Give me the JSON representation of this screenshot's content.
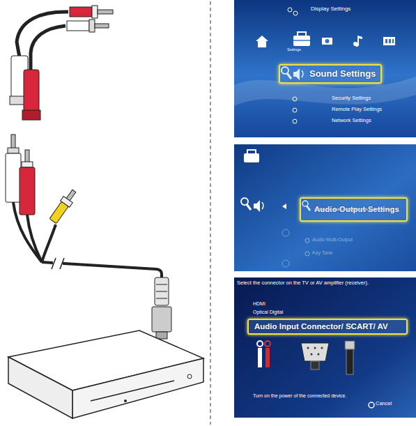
{
  "diagram": {
    "nodes": [
      {
        "text": [
          "Display Settings",
          "Settings",
          "Security Settings",
          "Remote Play Settings",
          "Network Settings"
        ]
      },
      {
        "text": [
          "Sound Settings"
        ],
        "in": 0
      },
      {
        "text": [
          "Audio Multi-Output",
          "Key Tone"
        ]
      },
      {
        "text": [
          "Audio Output Settings",
          "Adjust the audio output settings for this system"
        ],
        "in": 2
      },
      {
        "text": [
          "Select the connector on the TV or AV amplifier (receiver).",
          "HDMI",
          "Optical Digital",
          "Turn on the power of the connected device.",
          "Cancel"
        ]
      },
      {
        "text": [
          "Audio Input Connector/ SCART/ AV"
        ],
        "in": 4
      }
    ]
  }
}
